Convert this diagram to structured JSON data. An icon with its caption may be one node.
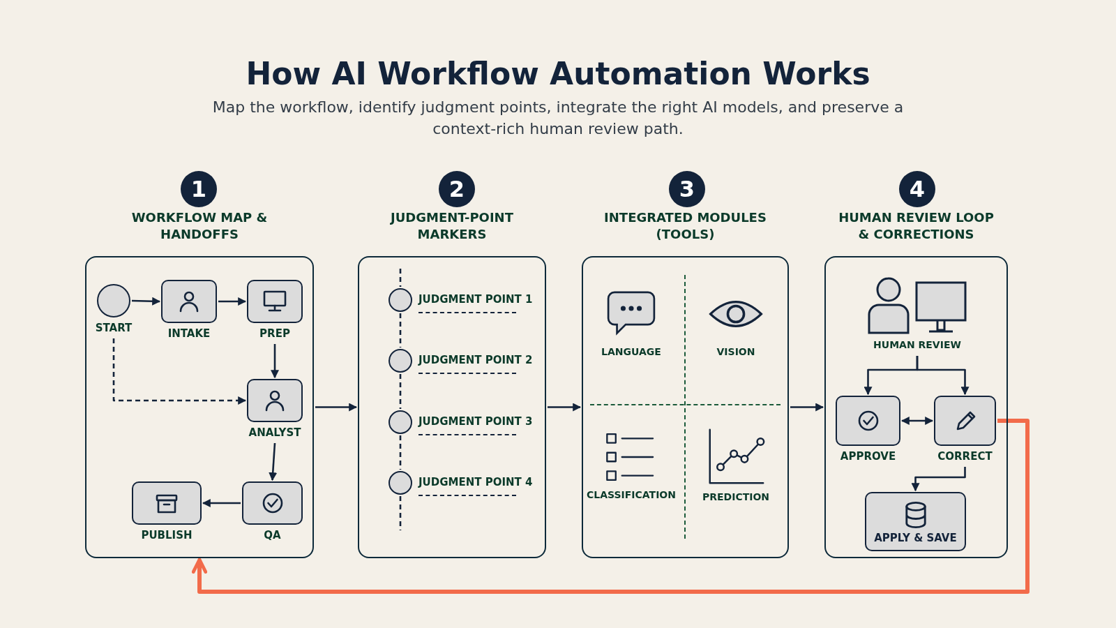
{
  "diagram": {
    "title": "How AI Workflow Automation Works",
    "nodes": [
      {
        "text": [
          "1"
        ]
      },
      {
        "text": [
          "WORKFLOW MAP & HANDOFFS"
        ]
      },
      {
        "text": [
          "START"
        ],
        "in": 1
      },
      {
        "text": [
          "INTAKE"
        ],
        "in": 1
      },
      {
        "text": [
          "PREP"
        ],
        "in": 1
      },
      {
        "text": [
          "ANALYST"
        ],
        "in": 1
      },
      {
        "text": [
          "QA"
        ],
        "in": 1
      },
      {
        "text": [
          "PUBLISH"
        ],
        "in": 1
      },
      {
        "text": [
          "2"
        ]
      },
      {
        "text": [
          "JUDGMENT-POINT MARKERS"
        ]
      },
      {
        "text": [
          "JUDGMENT POINT 1"
        ],
        "in": 9
      },
      {
        "text": [
          "JUDGMENT POINT 2"
        ],
        "in": 9
      },
      {
        "text": [
          "JUDGMENT POINT 3"
        ],
        "in": 9
      },
      {
        "text": [
          "JUDGMENT POINT 4"
        ],
        "in": 9
      },
      {
        "text": [
          "3"
        ]
      },
      {
        "text": [
          "INTEGRATED MODULES (TOOLS)"
        ]
      },
      {
        "text": [
          "LANGUAGE"
        ],
        "in": 15
      },
      {
        "text": [
          "VISION"
        ],
        "in": 15
      },
      {
        "text": [
          "CLASSIFICATION"
        ],
        "in": 15
      },
      {
        "text": [
          "PREDICTION"
        ],
        "in": 15
      },
      {
        "text": [
          "4"
        ]
      },
      {
        "text": [
          "HUMAN REVIEW LOOP & CORRECTIONS"
        ]
      },
      {
        "text": [
          "HUMAN REVIEW"
        ],
        "in": 21
      },
      {
        "text": [
          "APPROVE"
        ],
        "in": 21
      },
      {
        "text": [
          "CORRECT"
        ],
        "in": 21
      },
      {
        "text": [
          "APPLY & SAVE"
        ],
        "in": 21
      }
    ],
    "edges": [
      {
        "from": 2,
        "to": 3,
        "arrow": "to"
      },
      {
        "from": 3,
        "to": 4,
        "arrow": "to"
      },
      {
        "from": 4,
        "to": 5,
        "arrow": "to"
      },
      {
        "from": 2,
        "to": 5,
        "arrow": "to",
        "style": "dashed"
      },
      {
        "from": 5,
        "to": 6,
        "arrow": "to"
      },
      {
        "from": 6,
        "to": 7,
        "arrow": "to"
      },
      {
        "from": 10,
        "to": 11,
        "arrow": "none",
        "style": "dashed"
      },
      {
        "from": 11,
        "to": 12,
        "arrow": "none",
        "style": "dashed"
      },
      {
        "from": 12,
        "to": 13,
        "arrow": "none",
        "style": "dashed"
      },
      {
        "from": 1,
        "to": 9,
        "arrow": "to"
      },
      {
        "from": 9,
        "to": 15,
        "arrow": "to"
      },
      {
        "from": 15,
        "to": 21,
        "arrow": "to"
      },
      {
        "from": 22,
        "to": 23,
        "arrow": "to"
      },
      {
        "from": 22,
        "to": 24,
        "arrow": "to"
      },
      {
        "from": 23,
        "to": 24,
        "arrow": "both"
      },
      {
        "from": 24,
        "to": 25,
        "arrow": "to"
      },
      {
        "from": 24,
        "to": 1,
        "arrow": "to",
        "style": "thick",
        "color": "#f26b4a"
      }
    ],
    "labels": [
      "Map the workflow, identify judgment points, integrate the right AI models, and preserve a context-rich human review path."
    ]
  }
}
